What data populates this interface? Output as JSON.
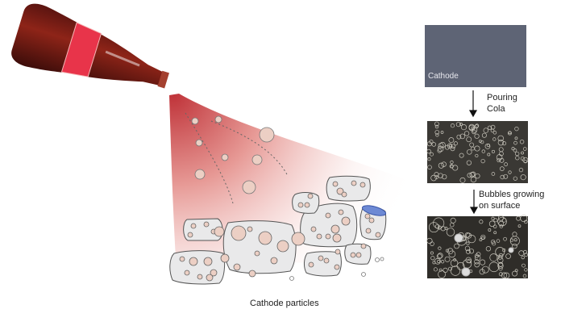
{
  "labels": {
    "cathode_particles": "Cathode particles",
    "cathode_photo": "Cathode",
    "step1": [
      "Pouring",
      "Cola"
    ],
    "step2": [
      "Bubbles growing",
      "on surface"
    ]
  },
  "colors": {
    "cola_red": "#b3262c",
    "label_red": "#e8344a",
    "particle_fill": "#e9e9ea",
    "bubble_fill": "#eccfc4"
  }
}
